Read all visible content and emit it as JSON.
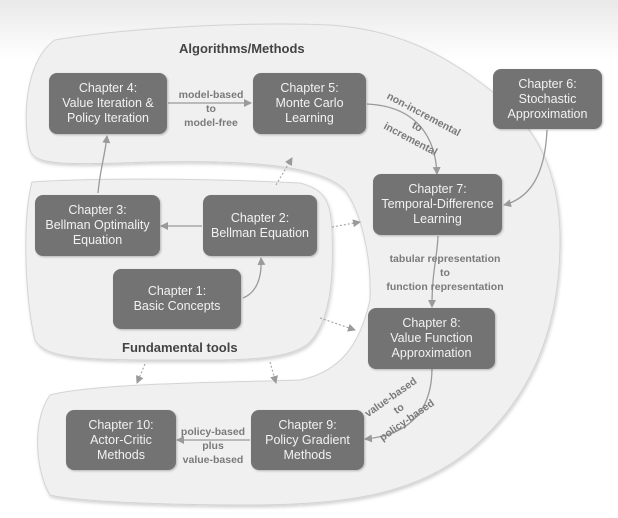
{
  "groups": {
    "algorithms": "Algorithms/Methods",
    "fundamental": "Fundamental tools"
  },
  "chapters": {
    "ch1": [
      "Chapter 1:",
      "Basic Concepts"
    ],
    "ch2": [
      "Chapter 2:",
      "Bellman Equation"
    ],
    "ch3": [
      "Chapter 3:",
      "Bellman Optimality",
      "Equation"
    ],
    "ch4": [
      "Chapter 4:",
      "Value Iteration &",
      "Policy Iteration"
    ],
    "ch5": [
      "Chapter 5:",
      "Monte Carlo",
      "Learning"
    ],
    "ch6": [
      "Chapter 6:",
      "Stochastic",
      "Approximation"
    ],
    "ch7": [
      "Chapter 7:",
      "Temporal-Difference",
      "Learning"
    ],
    "ch8": [
      "Chapter 8:",
      "Value Function",
      "Approximation"
    ],
    "ch9": [
      "Chapter 9:",
      "Policy Gradient",
      "Methods"
    ],
    "ch10": [
      "Chapter 10:",
      "Actor-Critic",
      "Methods"
    ]
  },
  "edge_labels": {
    "ch4_ch5": [
      "model-based",
      "to",
      "model-free"
    ],
    "ch5_ch7": [
      "non-incremental",
      "to",
      "incremental"
    ],
    "ch7_ch8": [
      "tabular representation",
      "to",
      "function representation"
    ],
    "ch8_ch9": [
      "value-based",
      "to",
      "policy-based"
    ],
    "ch9_ch10": [
      "policy-based",
      "plus",
      "value-based"
    ]
  },
  "colors": {
    "box": "#737373",
    "box_text": "#f2f2f2",
    "region": "#f0f0f0",
    "arrow": "#9a9a9a",
    "label": "#7a7a7a"
  }
}
